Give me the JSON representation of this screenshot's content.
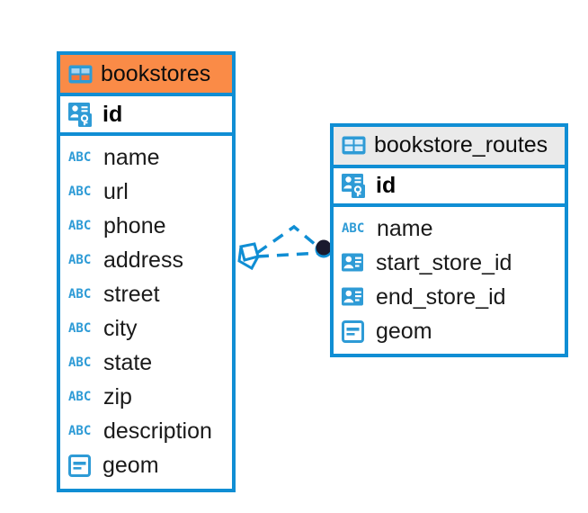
{
  "diagram": {
    "kind": "entity-relationship-diagram",
    "background": "#ffffff",
    "accent_blue": "#108ED4",
    "header_orange": "#FA8B47",
    "header_grey": "#EAEAEA"
  },
  "tables": [
    {
      "name": "bookstores",
      "header_icon": "table-grid-icon",
      "header_style": "orange",
      "primary_key": {
        "label": "id",
        "icon": "primary-key-icon"
      },
      "fields": [
        {
          "label": "name",
          "icon": "abc-text-icon",
          "icon_text": "ABC"
        },
        {
          "label": "url",
          "icon": "abc-text-icon",
          "icon_text": "ABC"
        },
        {
          "label": "phone",
          "icon": "abc-text-icon",
          "icon_text": "ABC"
        },
        {
          "label": "address",
          "icon": "abc-text-icon",
          "icon_text": "ABC"
        },
        {
          "label": "street",
          "icon": "abc-text-icon",
          "icon_text": "ABC"
        },
        {
          "label": "city",
          "icon": "abc-text-icon",
          "icon_text": "ABC"
        },
        {
          "label": "state",
          "icon": "abc-text-icon",
          "icon_text": "ABC"
        },
        {
          "label": "zip",
          "icon": "abc-text-icon",
          "icon_text": "ABC"
        },
        {
          "label": "description",
          "icon": "abc-text-icon",
          "icon_text": "ABC"
        },
        {
          "label": "geom",
          "icon": "geometry-icon",
          "icon_text": ""
        }
      ]
    },
    {
      "name": "bookstore_routes",
      "header_icon": "table-grid-icon",
      "header_style": "grey",
      "primary_key": {
        "label": "id",
        "icon": "primary-key-icon"
      },
      "fields": [
        {
          "label": "name",
          "icon": "abc-text-icon",
          "icon_text": "ABC"
        },
        {
          "label": "start_store_id",
          "icon": "foreign-key-icon",
          "icon_text": ""
        },
        {
          "label": "end_store_id",
          "icon": "foreign-key-icon",
          "icon_text": ""
        },
        {
          "label": "geom",
          "icon": "geometry-icon",
          "icon_text": ""
        }
      ]
    }
  ],
  "relationship": {
    "line_style": "dashed",
    "line_color": "#108ED4",
    "source_marker": "crows-foot-zero-or-many",
    "target_marker": "filled-circle"
  }
}
